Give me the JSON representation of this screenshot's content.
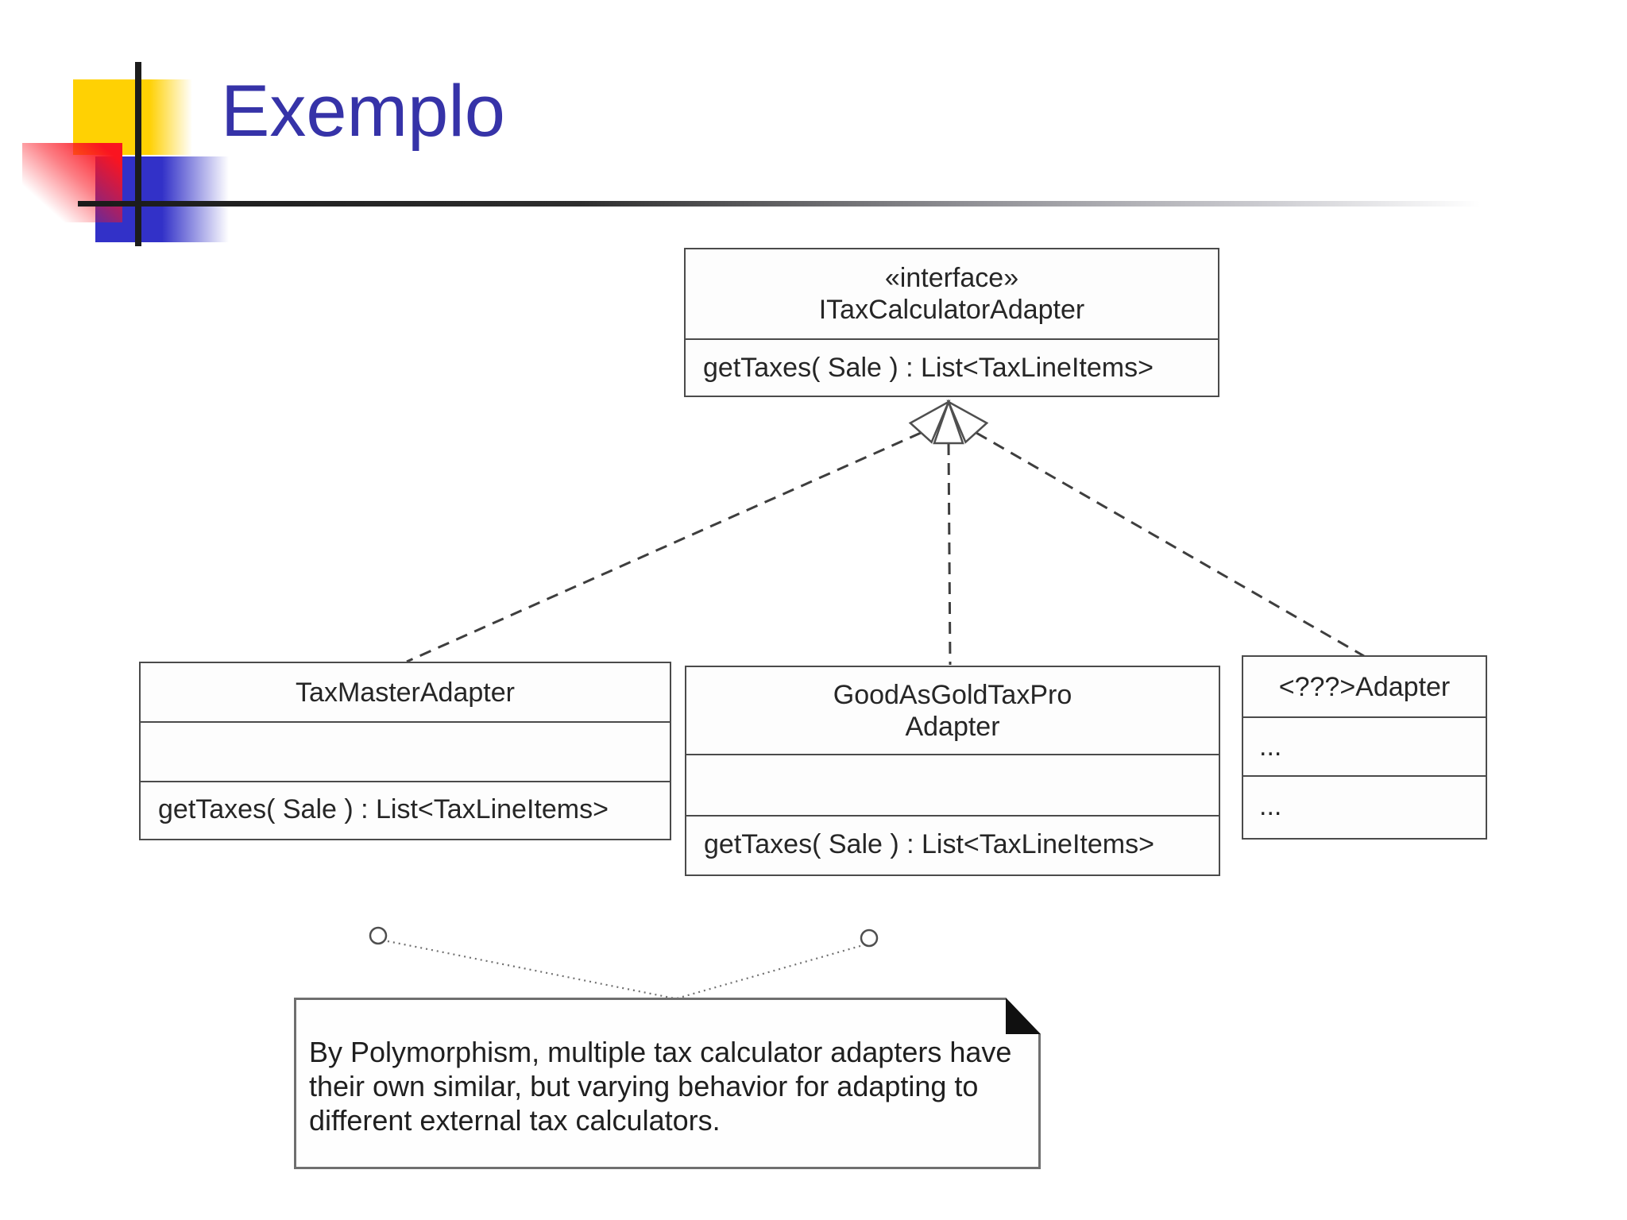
{
  "slide": {
    "title": "Exemplo"
  },
  "colors": {
    "title_text": "#3633a8",
    "accent_yellow": "#ffd103",
    "accent_red": "#fa1420",
    "accent_blue": "#3231c8",
    "rule_line": "#1c1c1c",
    "uml_border": "#4b4b4b",
    "note_border": "#6f6f6f",
    "note_fold": "#101010"
  },
  "diagram": {
    "interface": {
      "stereotype": "«interface»",
      "name": "ITaxCalculatorAdapter",
      "operation": "getTaxes( Sale ) : List<TaxLineItems>"
    },
    "tax_master": {
      "name": "TaxMasterAdapter",
      "attributes_placeholder": "",
      "operation": "getTaxes( Sale ) : List<TaxLineItems>"
    },
    "good_as_gold": {
      "name_lines": [
        "GoodAsGoldTaxPro",
        "Adapter"
      ],
      "attributes_placeholder": "",
      "operation": "getTaxes( Sale ) : List<TaxLineItems>"
    },
    "generic_adapter": {
      "name": "<???>Adapter",
      "attributes_placeholder": "...",
      "operations_placeholder": "..."
    }
  },
  "note": {
    "lines": [
      "By Polymorphism, multiple tax calculator adapters have",
      "their own similar, but varying behavior for adapting to",
      "different external tax calculators."
    ]
  }
}
